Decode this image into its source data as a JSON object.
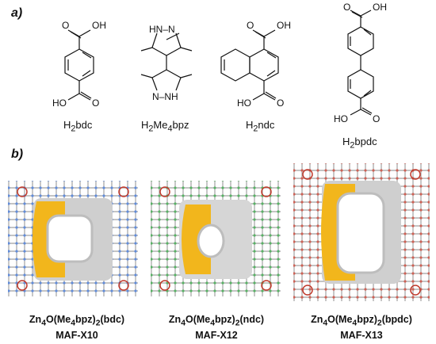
{
  "panel_a_label": "a)",
  "panel_b_label": "b)",
  "linkers": [
    {
      "formula_parts": [
        "H",
        "2",
        "bdc"
      ],
      "atoms": {
        "top": "OH",
        "bottom": "HO"
      }
    },
    {
      "formula_parts": [
        "H",
        "2",
        "Me",
        "4",
        "bpz"
      ],
      "atoms": {
        "top": "HN–N",
        "bottom": "N–NH"
      }
    },
    {
      "formula_parts": [
        "H",
        "2",
        "ndc"
      ],
      "atoms": {
        "top": "OH",
        "bottom": "HO"
      }
    },
    {
      "formula_parts": [
        "H",
        "2",
        "bpdc"
      ],
      "atoms": {
        "top": "OH",
        "bottom": "HO"
      }
    }
  ],
  "frameworks": [
    {
      "formula_parts": [
        "Zn",
        "4",
        "O(Me",
        "4",
        "bpz)",
        "2",
        "(bdc)"
      ],
      "code": "MAF-X10"
    },
    {
      "formula_parts": [
        "Zn",
        "4",
        "O(Me",
        "4",
        "bpz)",
        "2",
        "(ndc)"
      ],
      "code": "MAF-X12"
    },
    {
      "formula_parts": [
        "Zn",
        "4",
        "O(Me",
        "4",
        "bpz)",
        "2",
        "(bpdc)"
      ],
      "code": "MAF-X13"
    }
  ],
  "colors": {
    "pore_surface": "#f2b61c",
    "pore_shadow": "#c7c7c7",
    "framework": "#777777"
  }
}
